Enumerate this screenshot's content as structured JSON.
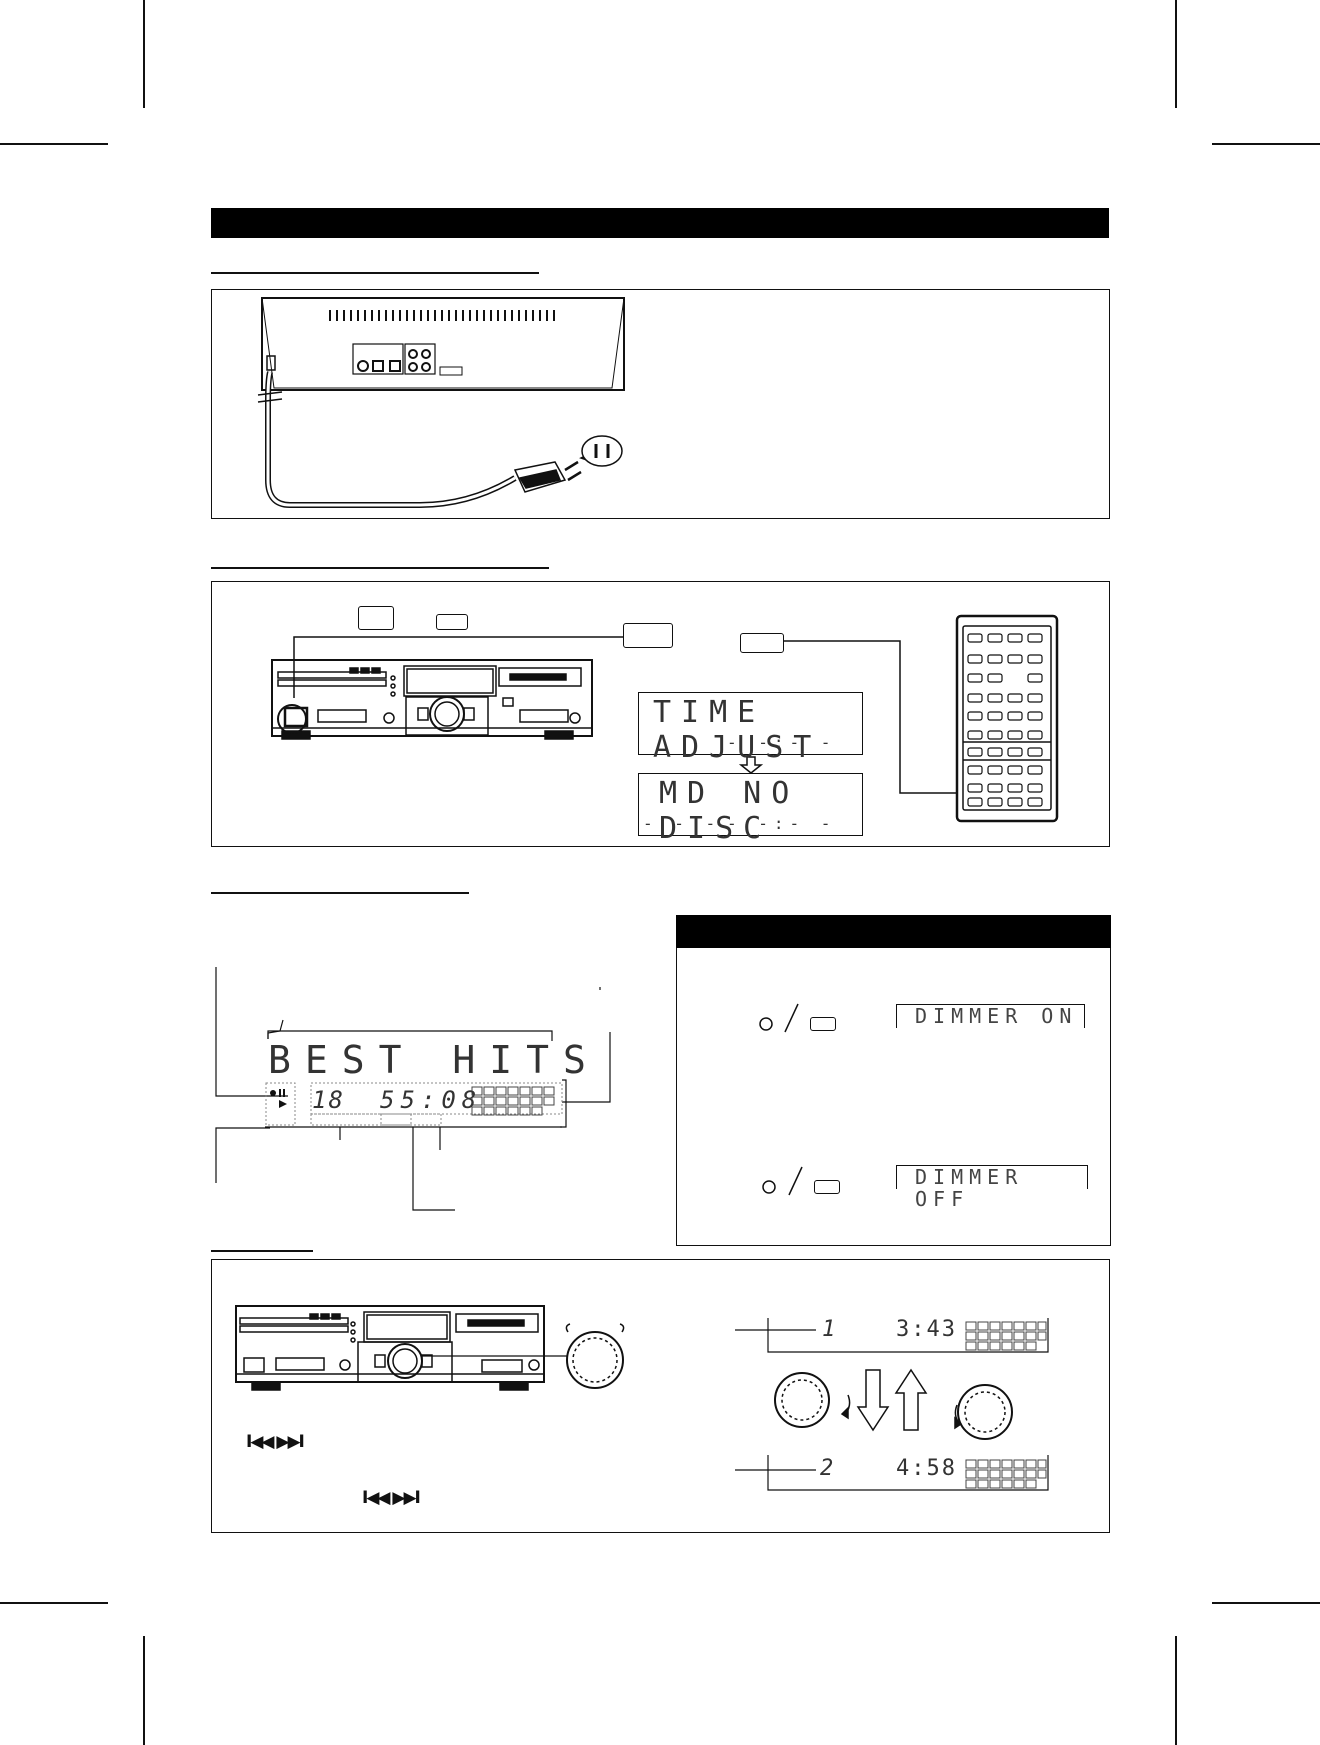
{
  "page_header": {
    "text": ""
  },
  "lcd_time_adjust": {
    "line1": "TIME ADJUST",
    "line2": "- -:- -"
  },
  "lcd_md_no_disc": {
    "line1": "MD NO DISC",
    "line2_left": "- - -",
    "line2_right": "- -:- -"
  },
  "lcd_dimmer_on": {
    "text": "DIMMER ON"
  },
  "lcd_dimmer_off": {
    "text": "DIMMER OFF"
  },
  "display_diagram": {
    "title": "BEST HITS",
    "track": "18",
    "time": "55:08"
  },
  "track_display_1": {
    "track": "1",
    "time": "3:43"
  },
  "track_display_2": {
    "track": "2",
    "time": "4:58"
  },
  "skip_buttons": {
    "label1": "I◀◀ ▶▶I",
    "label2": "I◀◀ ▶▶I"
  },
  "icons": [
    "power-plug-icon",
    "wall-outlet-icon",
    "jog-dial-icon",
    "arrow-down-icon",
    "arrow-up-icon",
    "remote-control-icon"
  ]
}
